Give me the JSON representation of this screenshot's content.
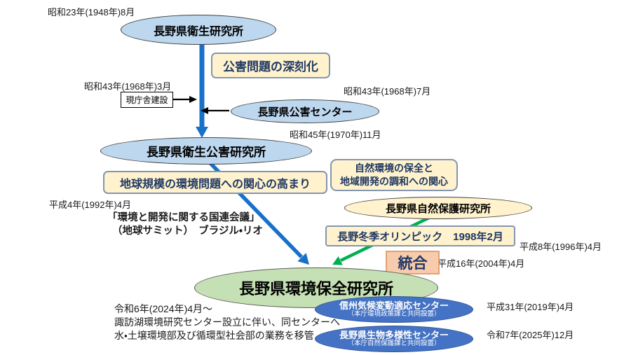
{
  "title": "長野県環境保全研究所の沿革図",
  "colors": {
    "light_blue_fill": "#BDD7EE",
    "yellow_fill": "#FFF2CC",
    "yellow_box_border": "#8496B0",
    "green_fill": "#C5E0B4",
    "blue_fill": "#4472C4",
    "peach_fill": "#F8CBAD",
    "navy_text": "#1F3864",
    "arrow_blue": "#1871C9",
    "arrow_green": "#00B050"
  },
  "nodes": {
    "eisei_lab": {
      "date": "昭和23年(1948年)8月",
      "label": "長野県衛生研究所"
    },
    "chosha": {
      "date": "昭和43年(1968年)3月",
      "label": "現庁舎建設"
    },
    "kogai_center": {
      "date": "昭和43年(1968年)7月",
      "label": "長野県公害センター"
    },
    "eisei_kogai_lab": {
      "date": "昭和45年(1970年)11月",
      "label": "長野県衛生公害研究所"
    },
    "shizen_hogo_lab": {
      "date": "平成8年(1996年)4月",
      "label": "長野県自然保護研究所"
    },
    "kankyo_hozen_lab": {
      "date": "平成16年(2004年)4月",
      "label": "長野県環境保全研究所"
    },
    "kiko_center": {
      "date": "平成31年(2019年)4月",
      "label": "信州気候変動適応センター",
      "sub": "（本庁環境政策課と共同設置）"
    },
    "seibutsu_center": {
      "date": "令和7年(2025年)12月",
      "label": "長野県生物多様性センター",
      "sub": "（本庁自然保護課と共同設置）"
    }
  },
  "events": {
    "kogai_mondai": "公害問題の深刻化",
    "chikyu_kibo": "地球規模の環境問題への関心の高まり",
    "shizen_kankyo_line1": "自然環境の保全と",
    "shizen_kankyo_line2": "地域開発の調和への関心",
    "olympic": "長野冬季オリンピック　1998年2月",
    "togo": "統合"
  },
  "annotations": {
    "unced_date": "平成4年(1992年)4月",
    "unced_line1": "「環境と開発に関する国連会議」",
    "unced_line2": "（地球サミット）　ブラジル・リオ",
    "reiwa6_line1": "令和6年(2024年)4月～",
    "reiwa6_line2": "諏訪湖環境研究センター設立に伴い、同センターへ",
    "reiwa6_line3": "水・土壌環境部及び循環型社会部の業務を移管"
  }
}
